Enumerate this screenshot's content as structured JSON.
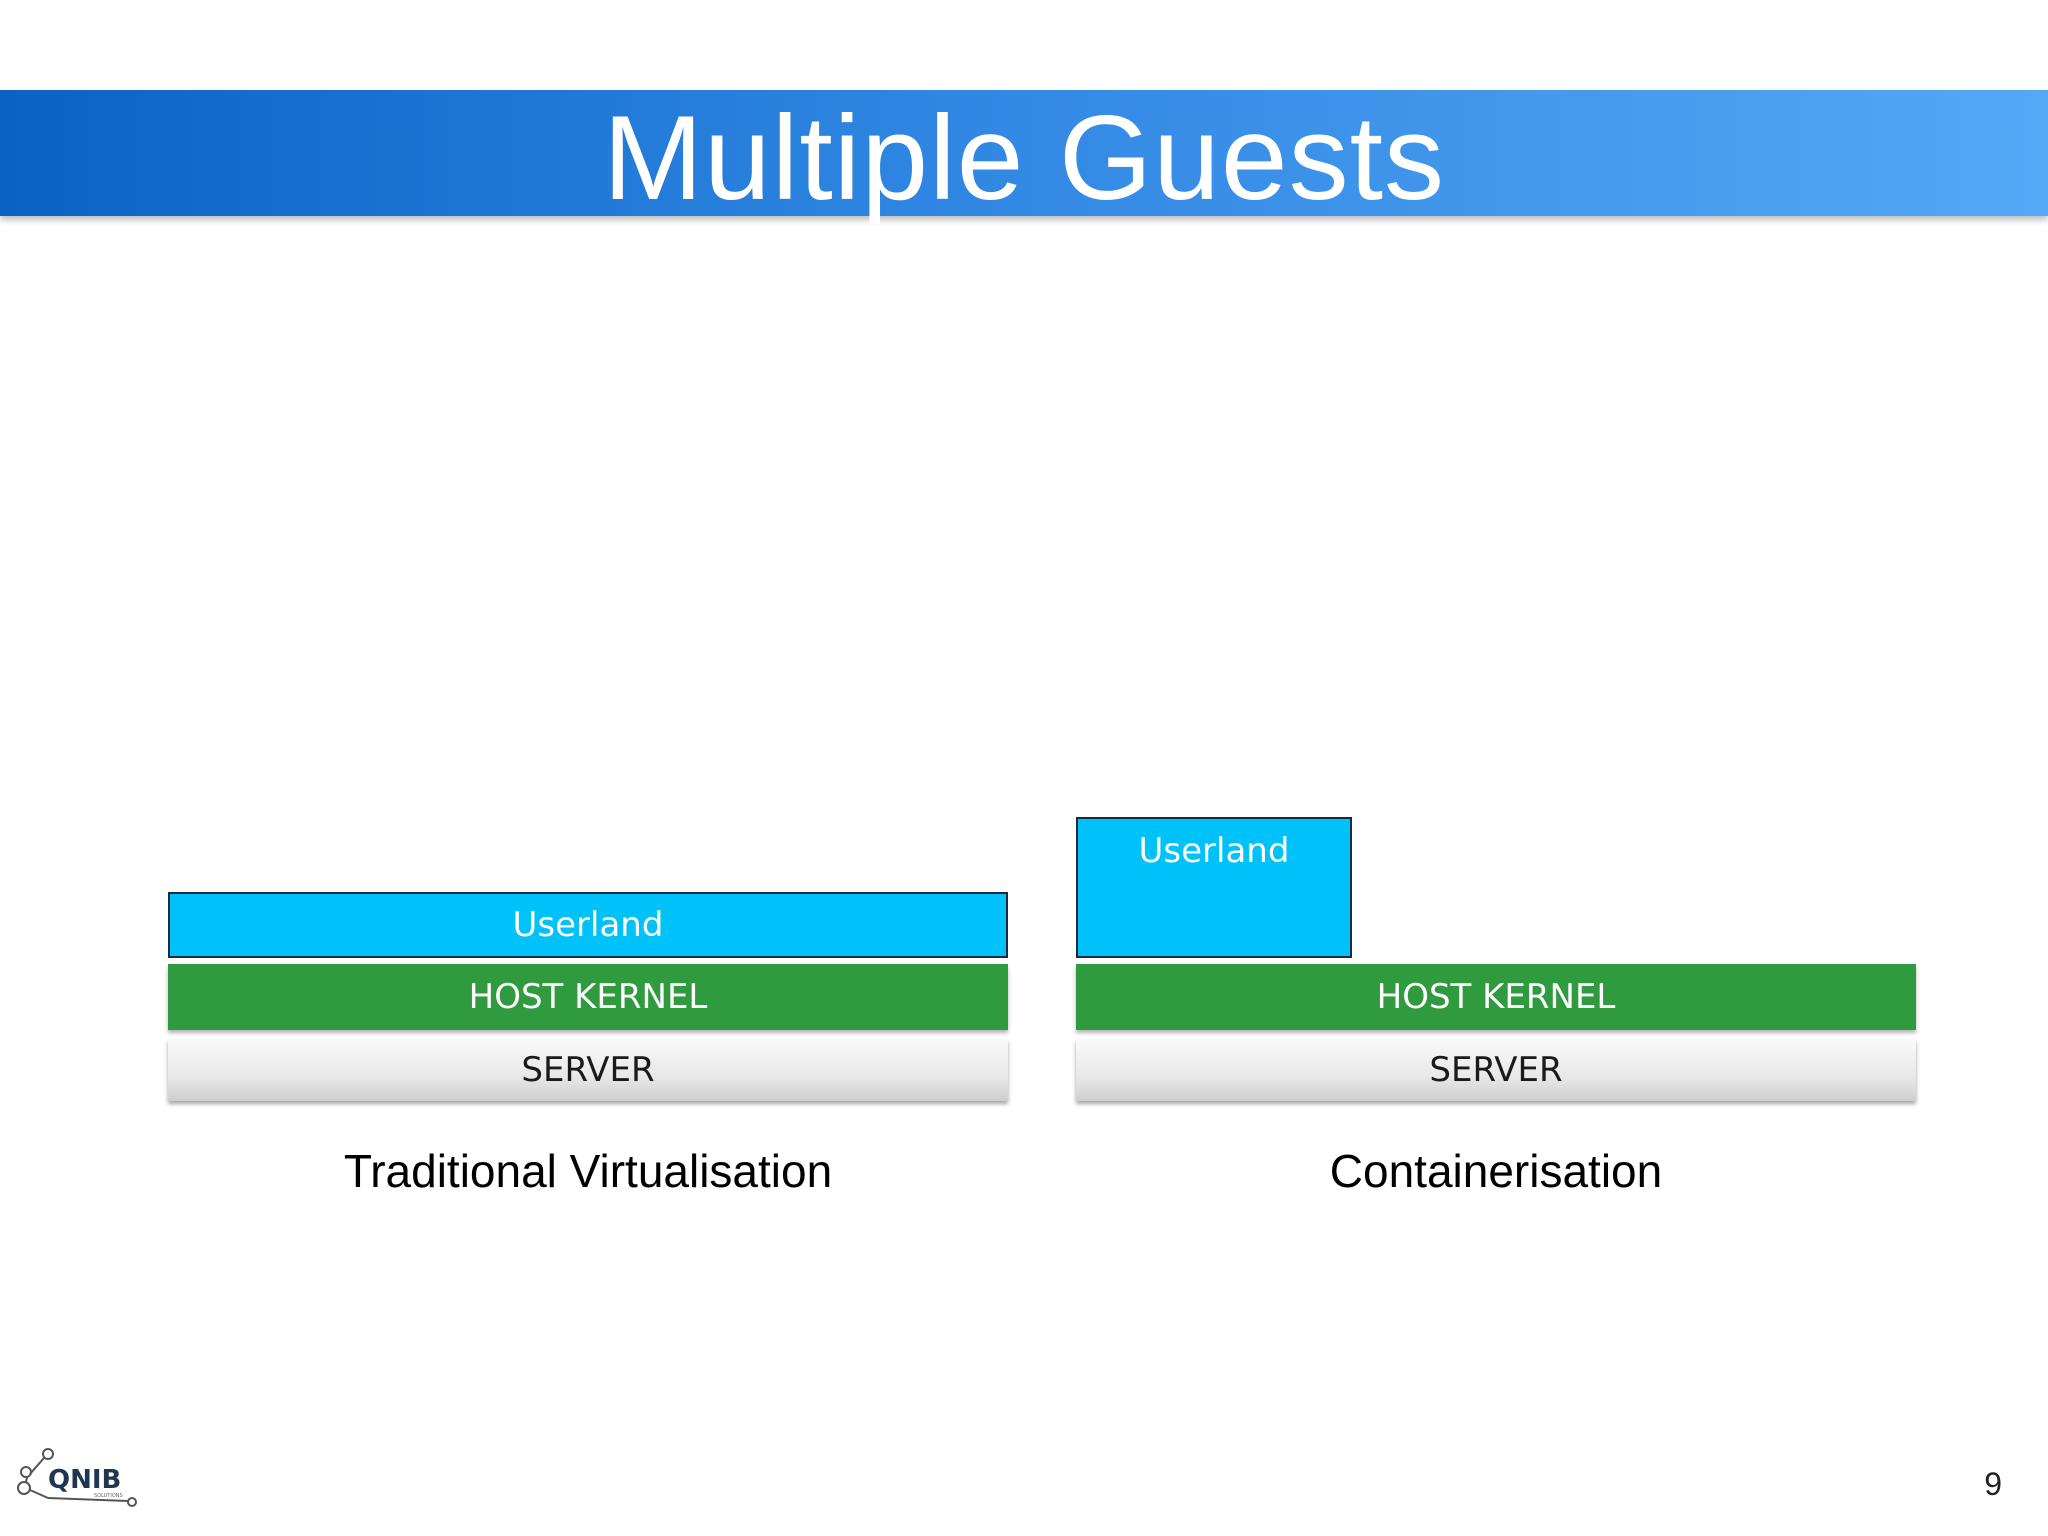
{
  "slide": {
    "title": "Multiple Guests",
    "page_number": "9"
  },
  "left_stack": {
    "caption": "Traditional Virtualisation",
    "layers": {
      "userland": "Userland",
      "kernel": "HOST KERNEL",
      "server": "SERVER"
    }
  },
  "right_stack": {
    "caption": "Containerisation",
    "layers": {
      "userland": "Userland",
      "kernel": "HOST KERNEL",
      "server": "SERVER"
    }
  },
  "logo": {
    "text": "QNIB",
    "subtext": "SOLUTIONS"
  },
  "colors": {
    "title_bar_start": "#0a62c4",
    "title_bar_end": "#55a8f6",
    "userland": "#00c2fb",
    "kernel": "#2f9a3e",
    "server": "#e8e8e8"
  }
}
